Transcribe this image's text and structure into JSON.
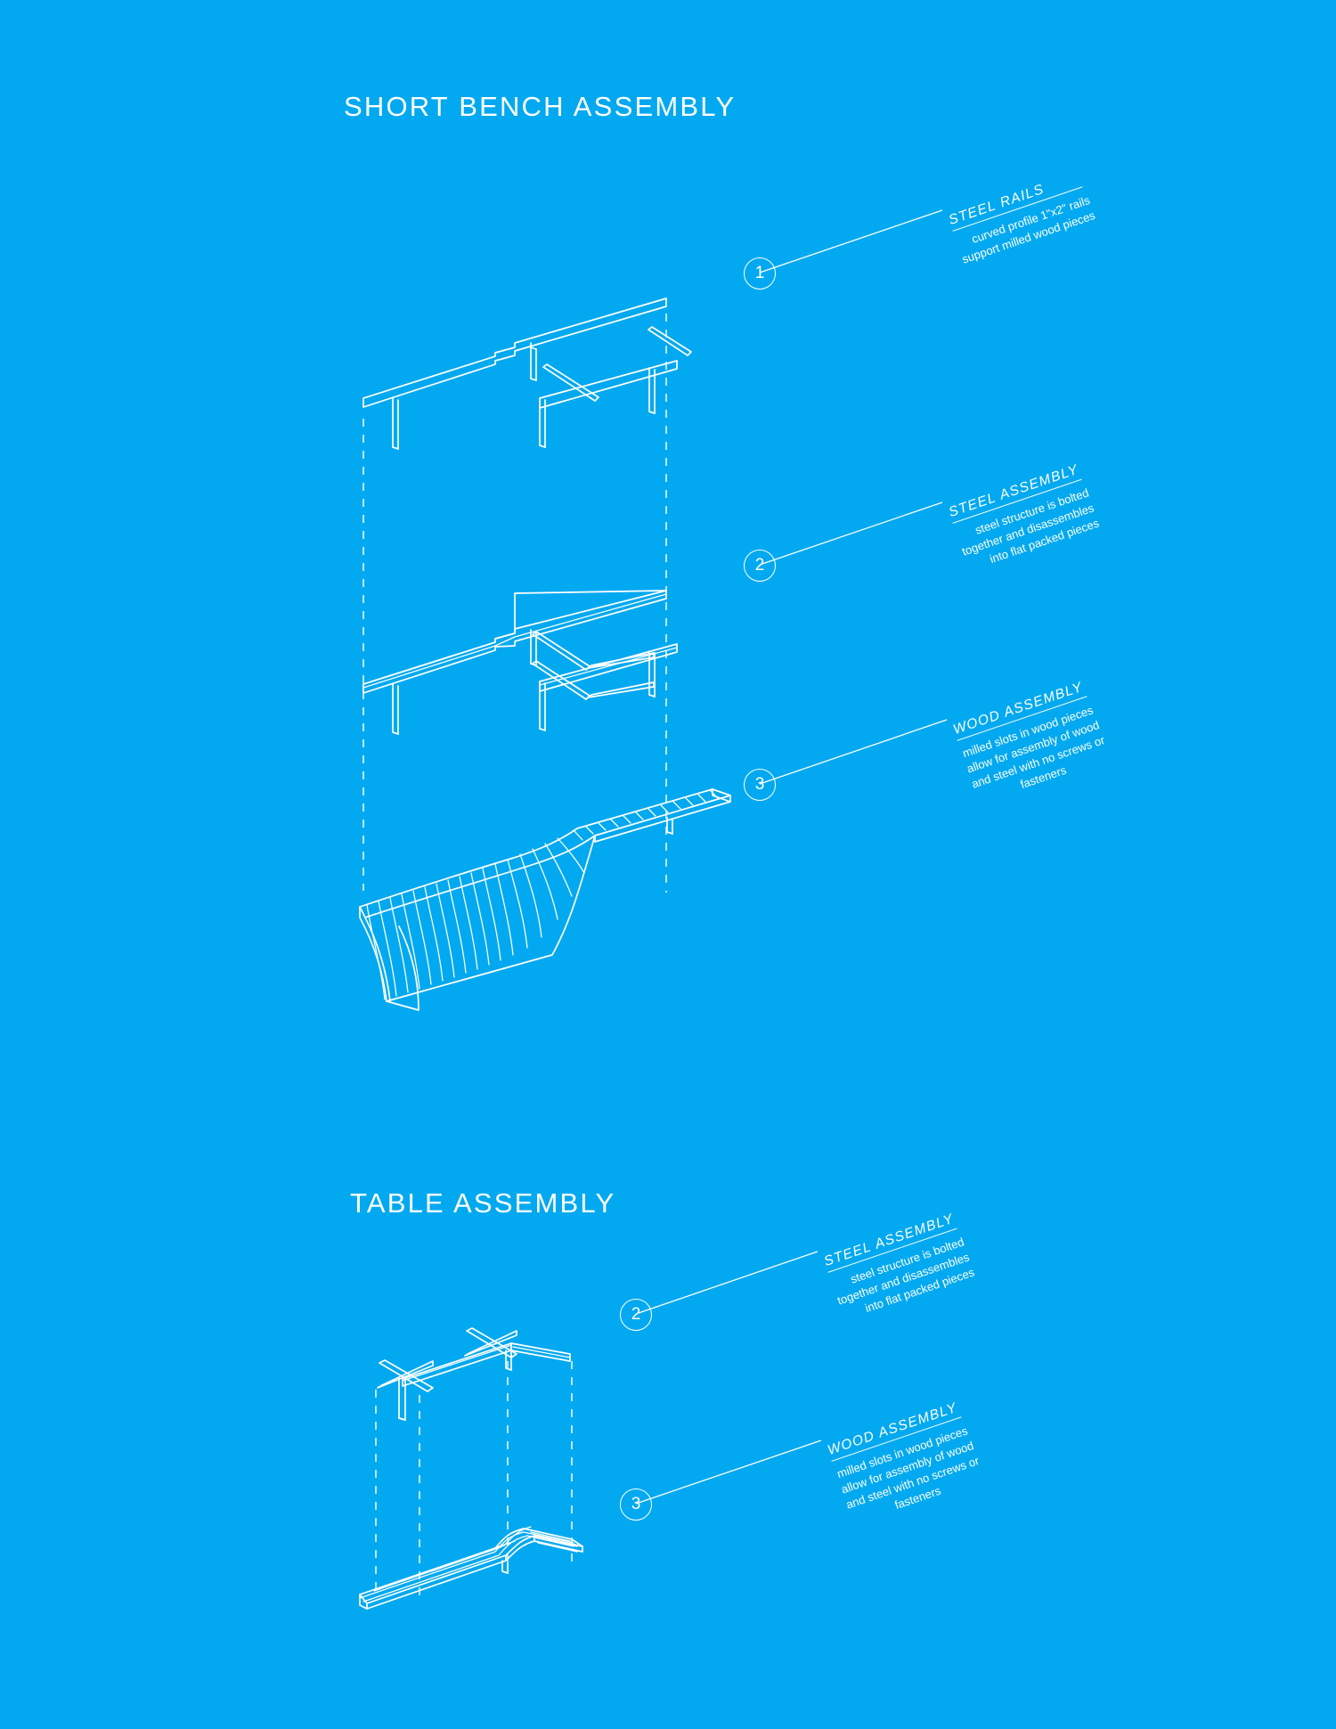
{
  "page": {
    "background_color": "#03a9f0",
    "ink_color": "#ffffff"
  },
  "sections": [
    {
      "id": "short-bench",
      "title": "SHORT BENCH ASSEMBLY",
      "callouts": [
        {
          "number": "1",
          "heading": "STEEL RAILS",
          "lines": [
            "curved profile 1\"x2\" rails",
            "support milled wood pieces"
          ]
        },
        {
          "number": "2",
          "heading": "STEEL ASSEMBLY",
          "lines": [
            "steel structure is bolted",
            "together and disassembles",
            "into flat packed pieces"
          ]
        },
        {
          "number": "3",
          "heading": "WOOD ASSEMBLY",
          "lines": [
            "milled slots in wood pieces",
            "allow for assembly of wood",
            "and steel with no screws or",
            "fasteners"
          ]
        }
      ]
    },
    {
      "id": "table",
      "title": "TABLE ASSEMBLY",
      "callouts": [
        {
          "number": "2",
          "heading": "STEEL ASSEMBLY",
          "lines": [
            "steel structure is bolted",
            "together and disassembles",
            "into flat packed pieces"
          ]
        },
        {
          "number": "3",
          "heading": "WOOD ASSEMBLY",
          "lines": [
            "milled slots in wood pieces",
            "allow for assembly of wood",
            "and steel with no screws or",
            "fasteners"
          ]
        }
      ]
    }
  ]
}
